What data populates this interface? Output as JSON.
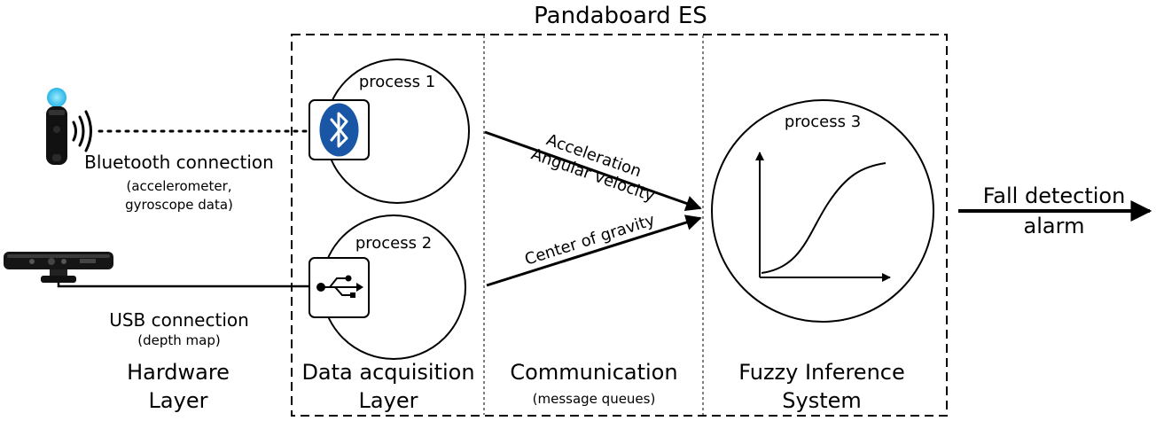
{
  "title": "Pandaboard ES",
  "processes": {
    "p1": "process 1",
    "p2": "process 2",
    "p3": "process 3"
  },
  "connections": {
    "bluetooth": {
      "label": "Bluetooth connection",
      "detail_line1": "(accelerometer,",
      "detail_line2": "gyroscope data)"
    },
    "usb": {
      "label": "USB connection",
      "detail": "(depth map)"
    }
  },
  "arrows": {
    "upper_line1": "Acceleration",
    "upper_line2": "Angular velocity",
    "lower": "Center of gravity"
  },
  "output": {
    "line1": "Fall detection",
    "line2": "alarm"
  },
  "layers": {
    "hardware": [
      "Hardware",
      "Layer"
    ],
    "acquisition": [
      "Data acquisition",
      "Layer"
    ],
    "communication": [
      "Communication",
      "(message queues)"
    ],
    "fuzzy": [
      "Fuzzy Inference",
      "System"
    ]
  },
  "icons": {
    "controller": "motion-controller-icon",
    "kinect": "kinect-sensor-icon",
    "bluetooth": "bluetooth-icon",
    "usb": "usb-icon",
    "chart": "membership-function-icon"
  },
  "colors": {
    "bluetooth_blue": "#1a56a6",
    "controller_glow": "#3cc8f0",
    "ink": "#000000"
  }
}
